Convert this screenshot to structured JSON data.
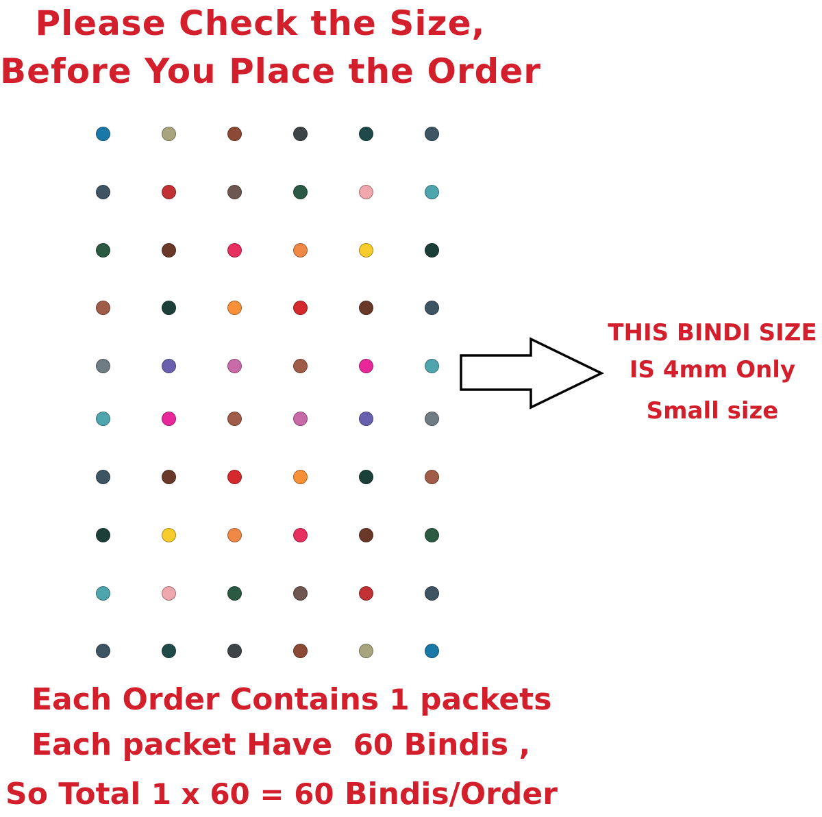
{
  "header": {
    "line1": "Please Check the Size,",
    "line2": "Before You Place the Order"
  },
  "side_note": {
    "line1": "THIS BINDI SIZE",
    "line2": "IS 4mm Only",
    "line3": "Small size",
    "icon": "right-arrow-outline-icon"
  },
  "footer": {
    "line1_prefix": "Each Order Contains ",
    "line1_count": "1",
    "line1_suffix": " packets",
    "line2_prefix": "Each packet Have  ",
    "line2_count": "60",
    "line2_suffix": " Bindis ,",
    "line3_prefix": "So Total ",
    "line3_formula": "1 x 60 = 60",
    "line3_suffix": " Bindis/Order"
  },
  "colors": {
    "text_red": "#d21f2b",
    "arrow_stroke": "#000000",
    "background": "#ffffff"
  },
  "bindi_grid": {
    "columns_x": [
      150,
      246,
      342,
      438,
      534,
      630
    ],
    "rows_y": [
      195,
      280,
      365,
      449,
      534,
      611,
      696,
      781,
      866,
      950
    ],
    "rows": [
      [
        "#1a78a8",
        "#a8a57e",
        "#8c4a35",
        "#3d4448",
        "#1d4a48",
        "#3d5463"
      ],
      [
        "#3f5463",
        "#c23234",
        "#6e5750",
        "#2a5a42",
        "#f0a7ae",
        "#4fa5ae"
      ],
      [
        "#2a5a42",
        "#6a3828",
        "#e83060",
        "#f08848",
        "#f8cc2a",
        "#1a3e38"
      ],
      [
        "#a05c48",
        "#1a4038",
        "#f89038",
        "#d42a2e",
        "#6a3828",
        "#3d5463"
      ],
      [
        "#707c84",
        "#6860ae",
        "#c86aa8",
        "#a05c48",
        "#e8289a",
        "#4fa5ae"
      ],
      [
        "#4fa5ae",
        "#e8289a",
        "#a05c48",
        "#c86aa8",
        "#6860ae",
        "#707c84"
      ],
      [
        "#3d5463",
        "#6a3828",
        "#d42a2e",
        "#f89038",
        "#1a4038",
        "#a05c48"
      ],
      [
        "#1a4038",
        "#f8cc2a",
        "#f08848",
        "#e83060",
        "#6a3828",
        "#2a5a42"
      ],
      [
        "#4fa5ae",
        "#f0a7ae",
        "#2a5a42",
        "#6e5750",
        "#c23234",
        "#3f5463"
      ],
      [
        "#3d5463",
        "#1d4a48",
        "#3d4448",
        "#8c4a35",
        "#a8a57e",
        "#1a78a8"
      ]
    ]
  }
}
